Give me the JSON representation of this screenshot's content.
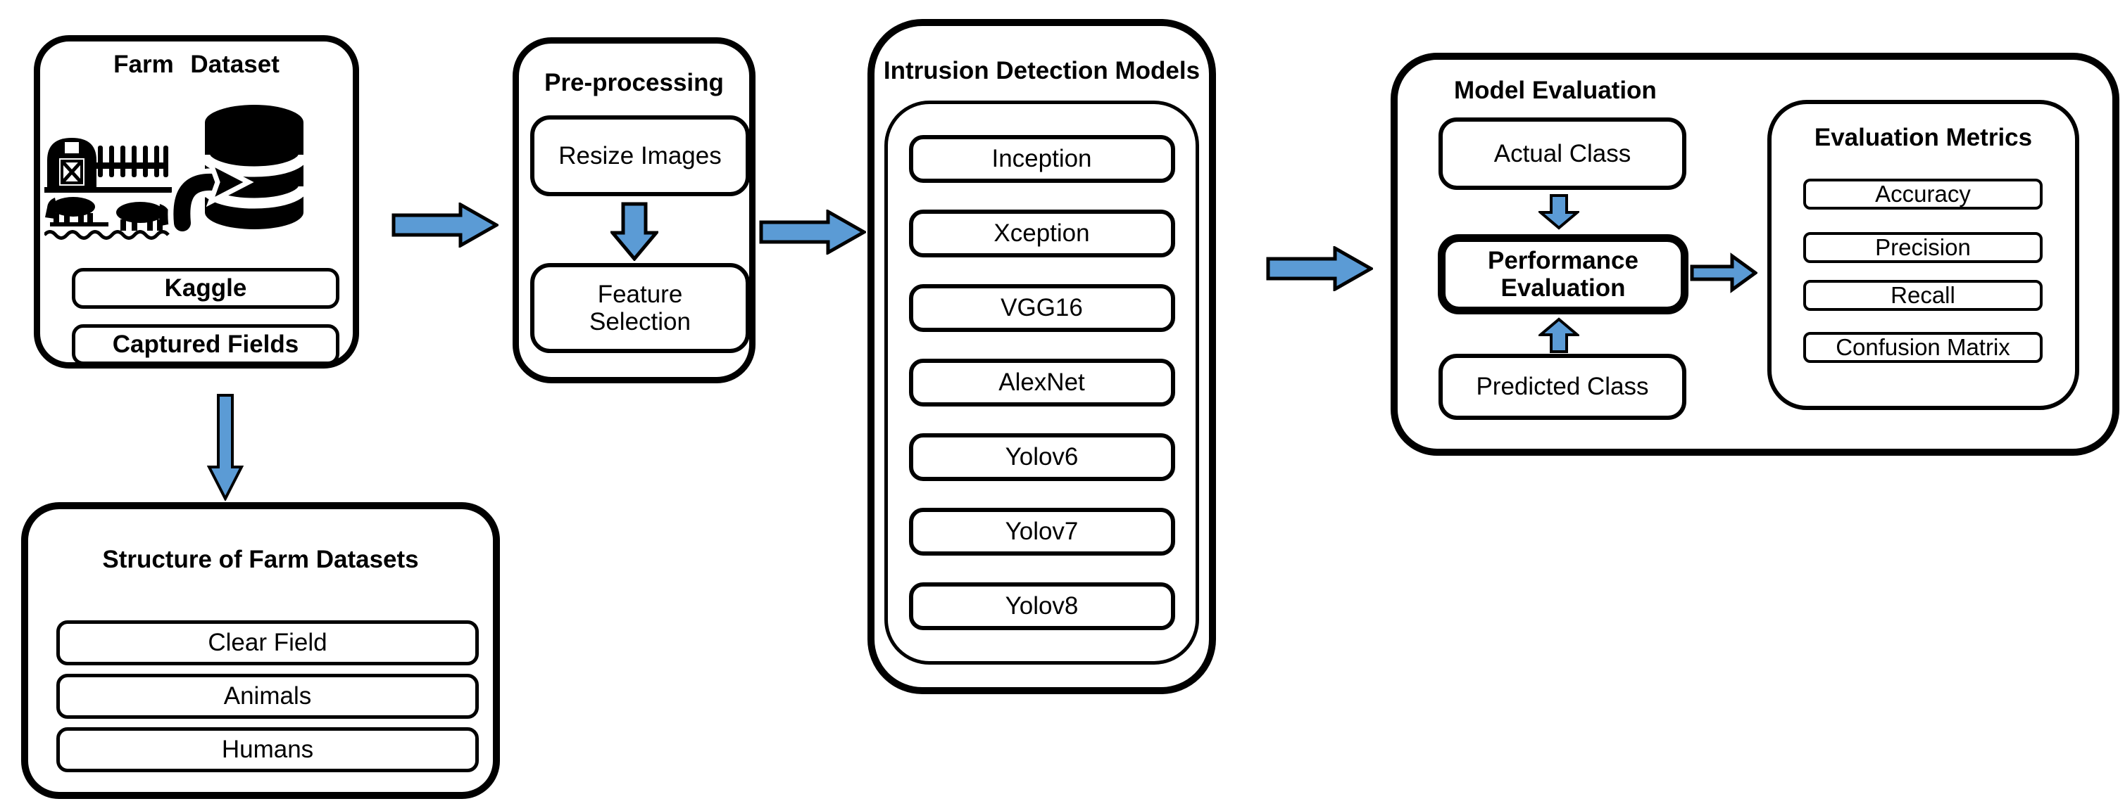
{
  "colors": {
    "arrow_fill": "#5B9BD5",
    "outline": "#000000",
    "background": "#FFFFFF"
  },
  "farm_dataset": {
    "title": "Farm Dataset",
    "icons": [
      "barn-icon",
      "fence-icon",
      "cow-icon",
      "database-transfer-icon"
    ],
    "sources": [
      "Kaggle",
      "Captured Fields"
    ]
  },
  "structure": {
    "title": "Structure of Farm Datasets",
    "classes": [
      "Clear Field",
      "Animals",
      "Humans"
    ]
  },
  "preprocessing": {
    "title": "Pre-processing",
    "steps": [
      "Resize Images",
      "Feature Selection"
    ]
  },
  "models": {
    "title": "Intrusion Detection Models",
    "items": [
      "Inception",
      "Xception",
      "VGG16",
      "AlexNet",
      "Yolov6",
      "Yolov7",
      "Yolov8"
    ]
  },
  "evaluation": {
    "title": "Model Evaluation",
    "actual_class": "Actual Class",
    "performance": "Performance Evaluation",
    "predicted_class": "Predicted Class",
    "metrics": {
      "title": "Evaluation Metrics",
      "items": [
        "Accuracy",
        "Precision",
        "Recall",
        "Confusion Matrix"
      ]
    }
  }
}
